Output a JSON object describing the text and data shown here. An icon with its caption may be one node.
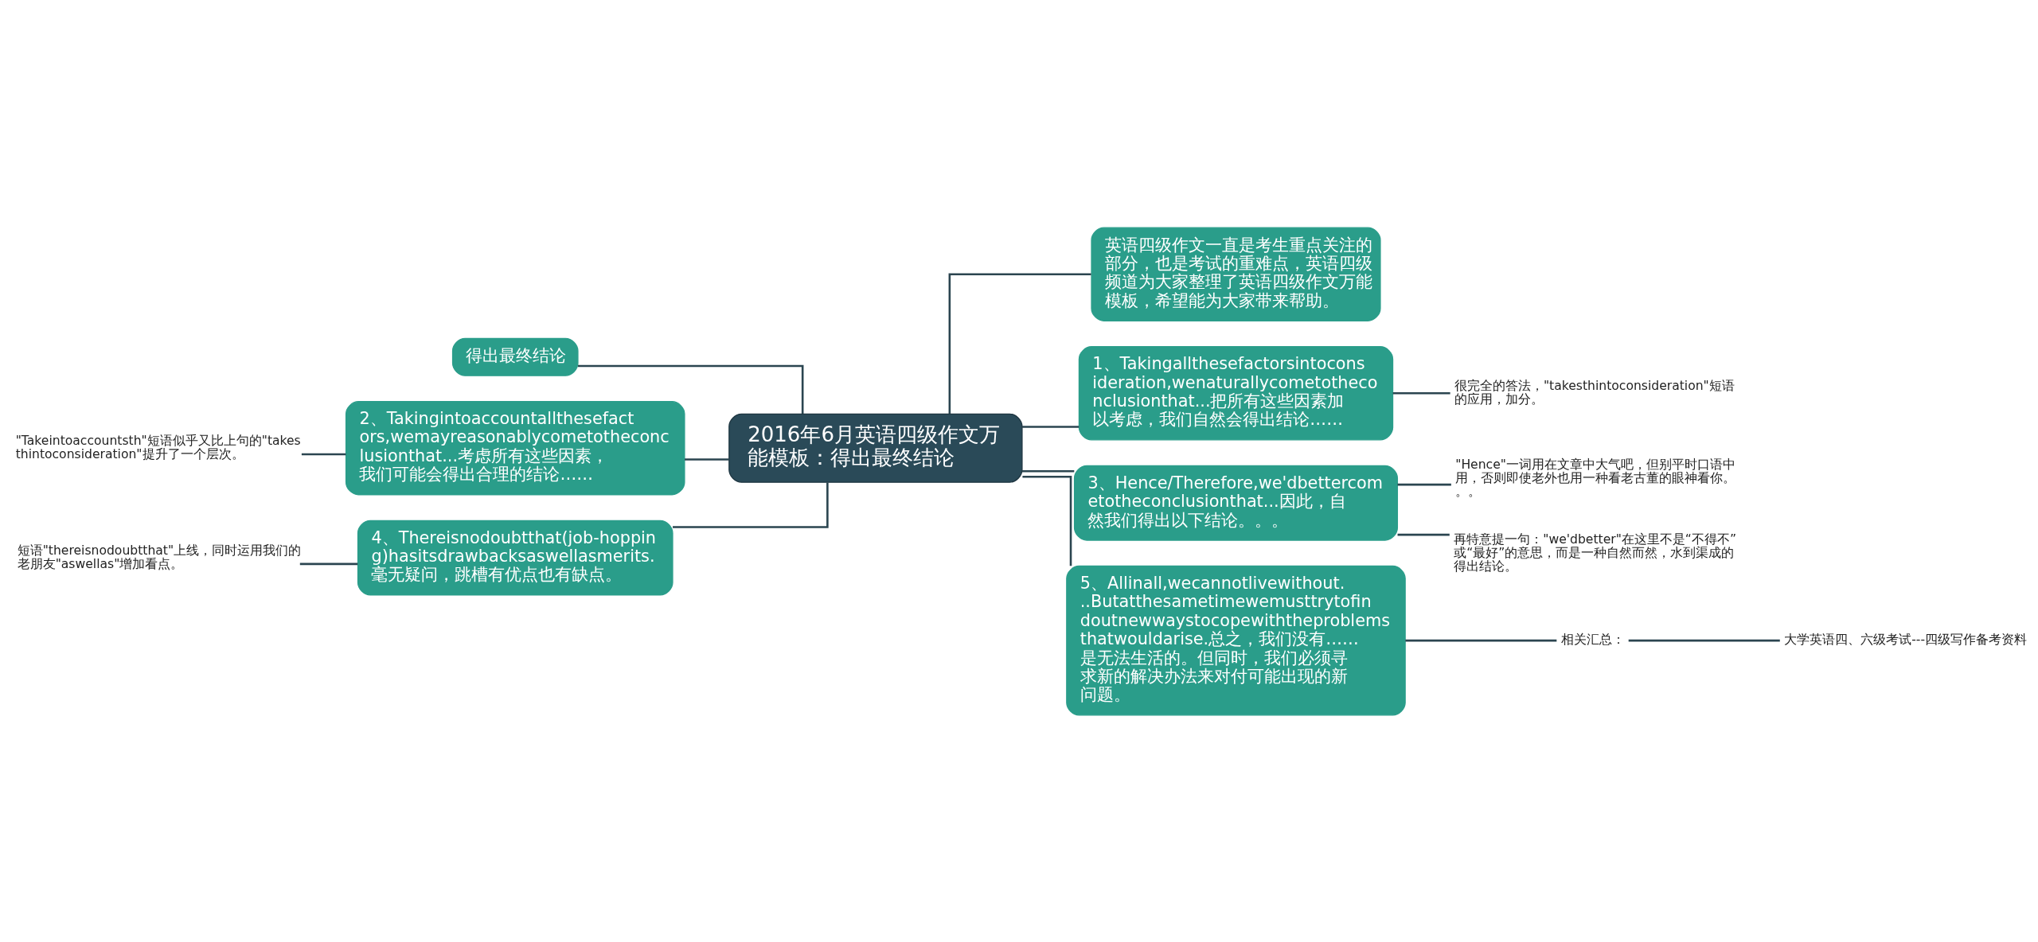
{
  "diagram": {
    "nodes": [
      {
        "text": [
          "2016年6月英语四级作文万能模板：得出最终结论"
        ]
      },
      {
        "text": [
          "得出最终结论"
        ]
      },
      {
        "text": [
          "2、Takingintoaccountallthesefactors,wemayreasonablycometotheconclusionthat...考虑所有这些因素，我们可能会得出合理的结论……"
        ]
      },
      {
        "text": [
          "\"Takeintoaccountsth\"短语似乎又比上句的\"takesthintoconsideration\"提升了一个层次。"
        ]
      },
      {
        "text": [
          "4、Thereisnodoubtthat(job-hopping)hasitsdrawbacksaswellasmerits.毫无疑问，跳槽有优点也有缺点。"
        ]
      },
      {
        "text": [
          "短语\"thereisnodoubtthat\"上线，同时运用我们的老朋友\"aswellas\"增加看点。"
        ]
      },
      {
        "text": [
          "英语四级作文一直是考生重点关注的部分，也是考试的重难点，英语四级频道为大家整理了英语四级作文万能模板，希望能为大家带来帮助。"
        ]
      },
      {
        "text": [
          "1、Takingallthesefactorsintoconsideration,wenaturallycometotheconclusionthat...把所有这些因素加以考虑，我们自然会得出结论……"
        ]
      },
      {
        "text": [
          "很完全的答法，\"takesthintoconsideration\"短语的应用，加分。"
        ]
      },
      {
        "text": [
          "3、Hence/Therefore,we'dbettercometotheconclusionthat...因此，自然我们得出以下结论。。。"
        ]
      },
      {
        "text": [
          "\"Hence\"一词用在文章中大气吧，但别平时口语中用，否则即使老外也用一种看老古董的眼神看你。。。"
        ]
      },
      {
        "text": [
          "再特意提一句：\"we'dbetter\"在这里不是“不得不”或“最好”的意思，而是一种自然而然，水到渠成的得出结论。"
        ]
      },
      {
        "text": [
          "5、Allinall,wecannotlivewithout...Butatthesametimewemusttrytofindoutnewwaystocopewiththeproblemsthatwouldarise.总之，我们没有……是无法生活的。但同时，我们必须寻求新的解决办法来对付可能出现的新问题。"
        ]
      },
      {
        "text": [
          "相关汇总："
        ]
      },
      {
        "text": [
          "大学英语四、六级考试---四级写作备考资料"
        ]
      }
    ],
    "edges": [
      {
        "from": 0,
        "to": 1,
        "arrow": "none"
      },
      {
        "from": 0,
        "to": 2,
        "arrow": "none"
      },
      {
        "from": 2,
        "to": 3,
        "arrow": "none"
      },
      {
        "from": 0,
        "to": 4,
        "arrow": "none"
      },
      {
        "from": 4,
        "to": 5,
        "arrow": "none"
      },
      {
        "from": 0,
        "to": 6,
        "arrow": "none"
      },
      {
        "from": 0,
        "to": 7,
        "arrow": "none"
      },
      {
        "from": 7,
        "to": 8,
        "arrow": "none"
      },
      {
        "from": 0,
        "to": 9,
        "arrow": "none"
      },
      {
        "from": 9,
        "to": 10,
        "arrow": "none"
      },
      {
        "from": 9,
        "to": 11,
        "arrow": "none"
      },
      {
        "from": 0,
        "to": 12,
        "arrow": "none"
      },
      {
        "from": 12,
        "to": 13,
        "arrow": "none"
      },
      {
        "from": 13,
        "to": 14,
        "arrow": "none"
      }
    ]
  }
}
